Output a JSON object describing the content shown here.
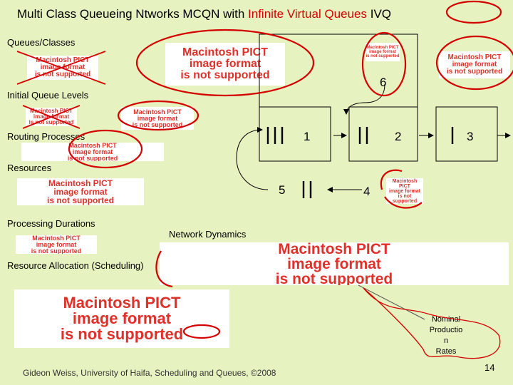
{
  "title": {
    "part1": "Multi Class Queueing Ntworks MCQN with ",
    "part2": "Infinite Virtual Queues",
    "part3": " IVQ"
  },
  "labels": {
    "queues_classes": "Queues/Classes",
    "initial_queue_levels": "Initial Queue Levels",
    "routing_processes": "Routing Processes",
    "resources": "Resources",
    "processing_durations": "Processing Durations",
    "network_dynamics": "Network Dynamics",
    "resource_allocation": "Resource Allocation (Scheduling)",
    "nominal_production_rates": "Nominal\nProductio\nn\nRates"
  },
  "placeholder_text": "Macintosh PICT\nimage format\nis not supported",
  "network": {
    "buffers": {
      "b6": "6",
      "b1": "1",
      "b2": "2",
      "b3": "3",
      "b5": "5",
      "b4": "4"
    }
  },
  "footer": {
    "credit": "Gideon Weiss, University of Haifa, Scheduling and Queues, ©2008",
    "page_number": "14"
  },
  "colors": {
    "background": "#e6f2c0",
    "annotation_red": "#d40000",
    "placeholder_text": "#e0302a"
  }
}
